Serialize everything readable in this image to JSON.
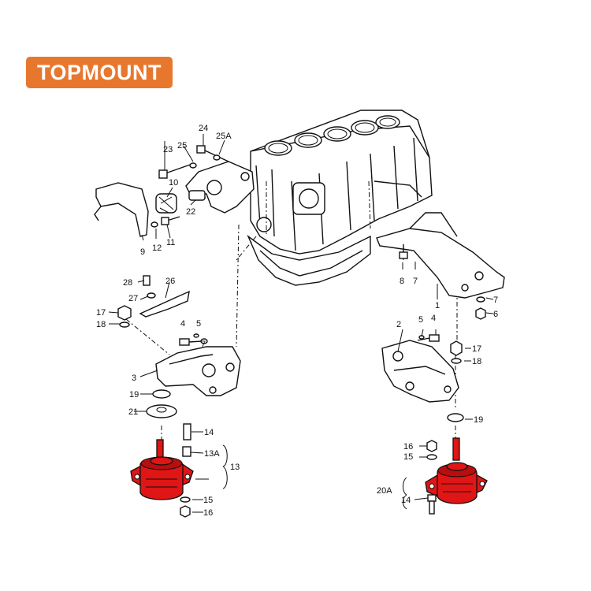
{
  "brand": {
    "logo_text": "TOPMOUNT",
    "color": "#e8772e"
  },
  "colors": {
    "highlight_parts": "#e01515",
    "line": "#111111"
  },
  "callouts": [
    {
      "id": "c1",
      "text": "1"
    },
    {
      "id": "c2a",
      "text": "2"
    },
    {
      "id": "c3",
      "text": "3"
    },
    {
      "id": "c4a",
      "text": "4"
    },
    {
      "id": "c4b",
      "text": "4"
    },
    {
      "id": "c5a",
      "text": "5"
    },
    {
      "id": "c5b",
      "text": "5"
    },
    {
      "id": "c6",
      "text": "6"
    },
    {
      "id": "c7a",
      "text": "7"
    },
    {
      "id": "c7b",
      "text": "7"
    },
    {
      "id": "c7c",
      "text": "7"
    },
    {
      "id": "c8",
      "text": "8"
    },
    {
      "id": "c9",
      "text": "9"
    },
    {
      "id": "c10",
      "text": "10"
    },
    {
      "id": "c11",
      "text": "11"
    },
    {
      "id": "c12",
      "text": "12"
    },
    {
      "id": "c13",
      "text": "13"
    },
    {
      "id": "c13a",
      "text": "13A"
    },
    {
      "id": "c14a",
      "text": "14"
    },
    {
      "id": "c14b",
      "text": "14"
    },
    {
      "id": "c15a",
      "text": "15"
    },
    {
      "id": "c15b",
      "text": "15"
    },
    {
      "id": "c16a",
      "text": "16"
    },
    {
      "id": "c16b",
      "text": "16"
    },
    {
      "id": "c17a",
      "text": "17"
    },
    {
      "id": "c17b",
      "text": "17"
    },
    {
      "id": "c18a",
      "text": "18"
    },
    {
      "id": "c18b",
      "text": "18"
    },
    {
      "id": "c19a",
      "text": "19"
    },
    {
      "id": "c19b",
      "text": "19"
    },
    {
      "id": "c20a",
      "text": "20A"
    },
    {
      "id": "c21",
      "text": "21"
    },
    {
      "id": "c22",
      "text": "22"
    },
    {
      "id": "c23",
      "text": "23"
    },
    {
      "id": "c24",
      "text": "24"
    },
    {
      "id": "c25",
      "text": "25"
    },
    {
      "id": "c25a",
      "text": "25A"
    },
    {
      "id": "c26",
      "text": "26"
    },
    {
      "id": "c27",
      "text": "27"
    },
    {
      "id": "c28",
      "text": "28"
    }
  ]
}
